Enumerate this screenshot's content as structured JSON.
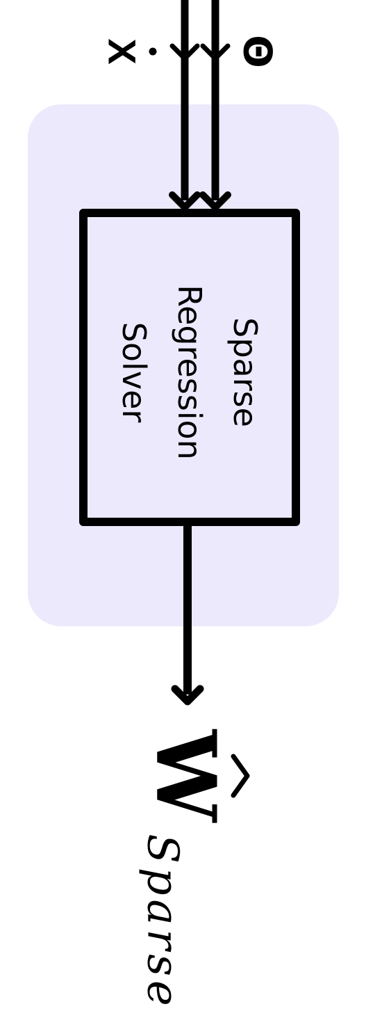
{
  "colors": {
    "panel_fill": "#ECE9FC",
    "stroke": "#000000",
    "text": "#000000"
  },
  "inputs": [
    {
      "symbol": "X",
      "decoration": "dot"
    },
    {
      "symbol": "Θ"
    }
  ],
  "solver": {
    "lines": [
      "Sparse",
      "Regression",
      "Solver"
    ]
  },
  "output": {
    "symbol": "W",
    "decoration": "hat",
    "subscript": "Sparse"
  }
}
